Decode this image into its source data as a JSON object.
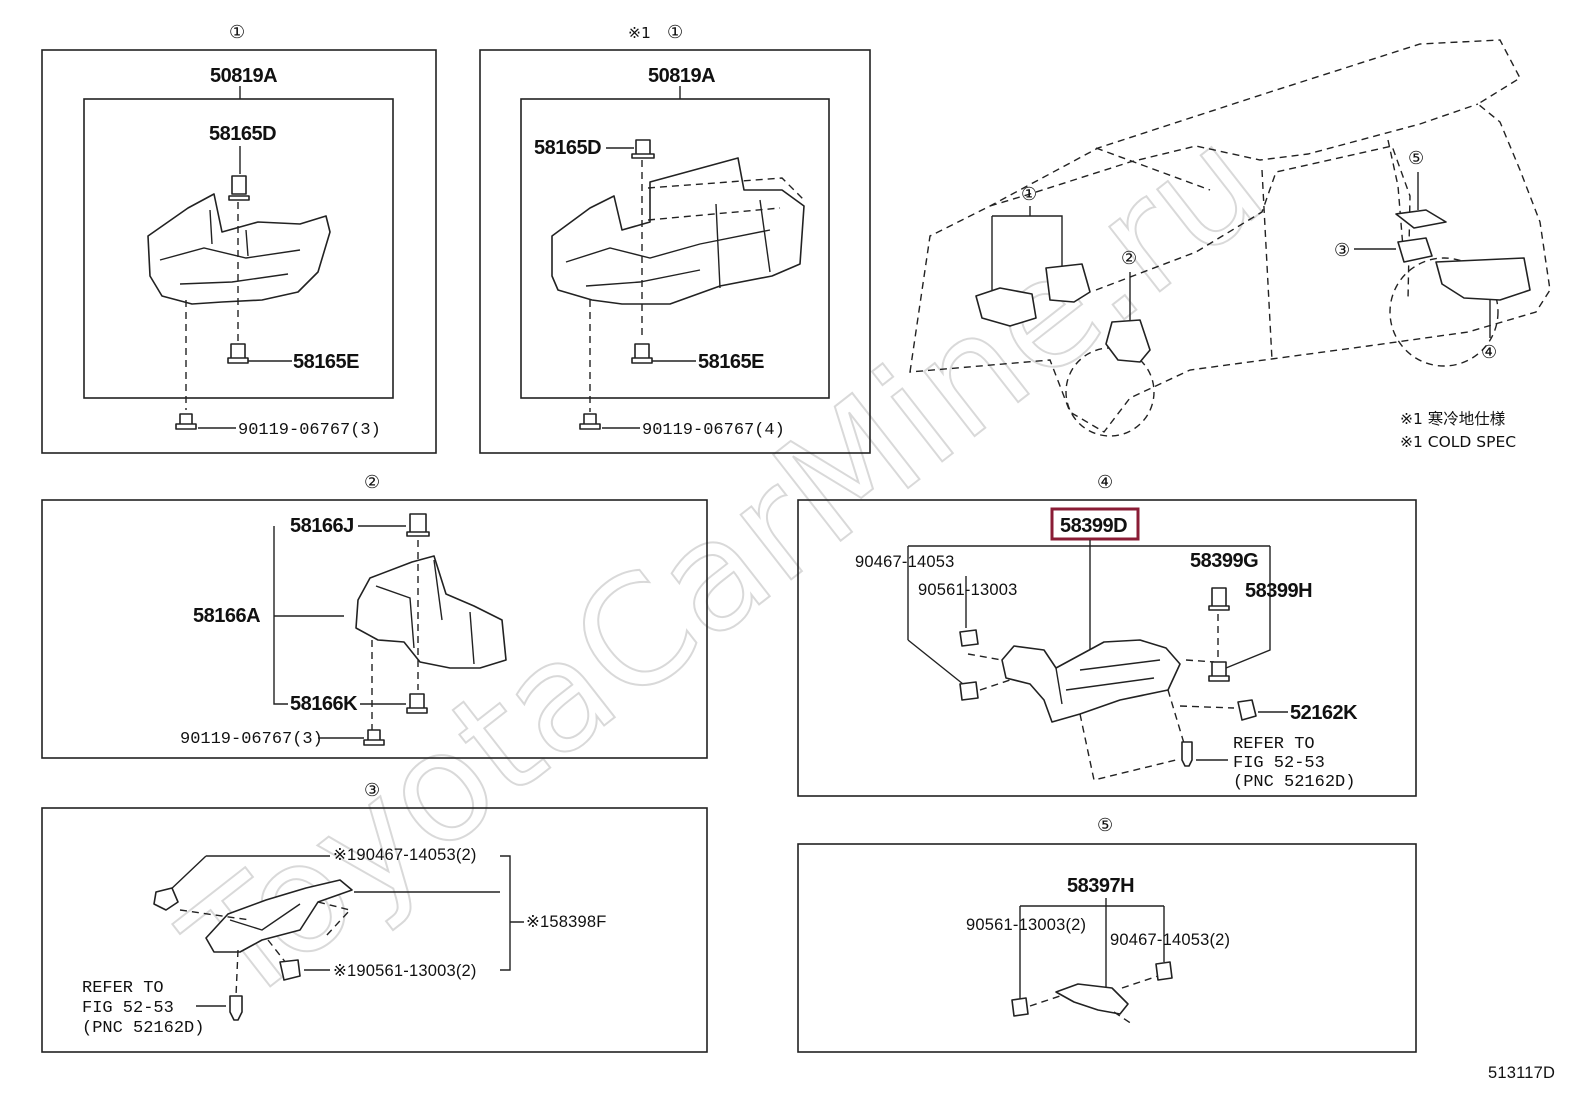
{
  "watermark": "ToyotaCarMine.ru",
  "diagram_id": "513117D",
  "notes": {
    "jp": "※1 寒冷地仕様",
    "en": "※1 COLD SPEC"
  },
  "callouts": {
    "c1": "①",
    "c1b": "①",
    "c1b_mark": "※1",
    "c2": "②",
    "c3": "③",
    "c4": "④",
    "c5": "⑤",
    "car1": "①",
    "car2": "②",
    "car3": "③",
    "car4": "④",
    "car5": "⑤"
  },
  "panel1": {
    "main": "50819A",
    "top_pin": "58165D",
    "bottom_pin": "58165E",
    "bolt": "90119-06767(3)"
  },
  "panel1b": {
    "main": "50819A",
    "top_pin": "58165D",
    "bottom_pin": "58165E",
    "bolt": "90119-06767(4)"
  },
  "panel2": {
    "top_pin": "58166J",
    "main": "58166A",
    "bottom_pin": "58166K",
    "bolt": "90119-06767(3)"
  },
  "panel3": {
    "nut": "※190467-14053(2)",
    "main": "※158398F",
    "nut2": "※190561-13003(2)",
    "refer1": "REFER TO",
    "refer2": "FIG 52-53",
    "refer3": "(PNC 52162D)"
  },
  "panel4": {
    "main": "58399D",
    "nut": "90467-14053",
    "nut2": "90561-13003",
    "pin_g": "58399G",
    "pin_h": "58399H",
    "clip": "52162K",
    "refer1": "REFER TO",
    "refer2": "FIG 52-53",
    "refer3": "(PNC 52162D)"
  },
  "panel5": {
    "main": "58397H",
    "nut_left": "90561-13003(2)",
    "nut_right": "90467-14053(2)"
  }
}
